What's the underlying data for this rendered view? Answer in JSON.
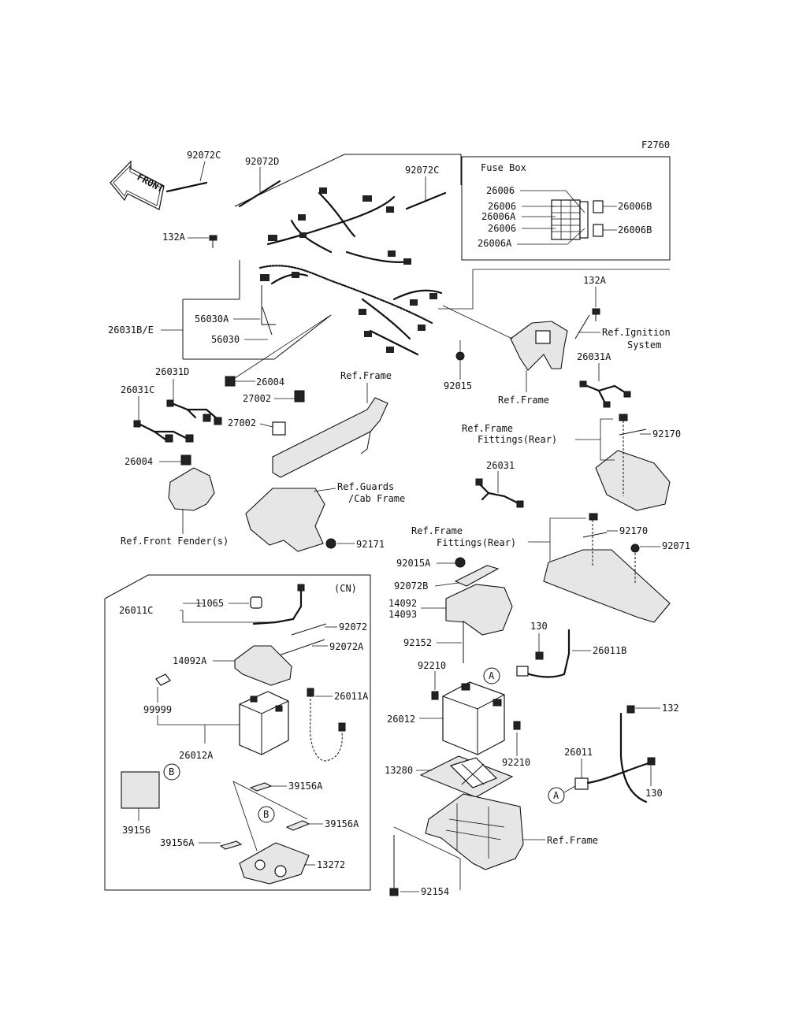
{
  "diagram_code": "F2760",
  "front_label": "FRONT",
  "fuse_box": {
    "title": "Fuse Box",
    "labels": [
      "26006",
      "26006",
      "26006A",
      "26006",
      "26006A",
      "26006B",
      "26006B"
    ]
  },
  "cn_box": {
    "title": "(CN)"
  },
  "circle_markers": {
    "a": "A",
    "b": "B"
  },
  "labels": {
    "l_92072C_a": "92072C",
    "l_92072D": "92072D",
    "l_92072C_b": "92072C",
    "l_132A_a": "132A",
    "l_132A_b": "132A",
    "l_56030A": "56030A",
    "l_56030": "56030",
    "l_26031BE": "26031B/E",
    "l_26004_a": "26004",
    "l_92015": "92015",
    "l_ref_frame_a": "Ref.Frame",
    "l_ref_ign_1": "Ref.Ignition",
    "l_ref_ign_2": "System",
    "l_26031A": "26031A",
    "l_26031D": "26031D",
    "l_26031C": "26031C",
    "l_ref_frame_b": "Ref.Frame",
    "l_27002_a": "27002",
    "l_27002_b": "27002",
    "l_ref_fit_1a": "Ref.Frame",
    "l_ref_fit_1b": "Fittings(Rear)",
    "l_92170_a": "92170",
    "l_26004_b": "26004",
    "l_ref_guards_1": "Ref.Guards",
    "l_ref_guards_2": "/Cab Frame",
    "l_26031": "26031",
    "l_ref_fender": "Ref.Front Fender(s)",
    "l_92171": "92171",
    "l_ref_fit_2a": "Ref.Frame",
    "l_ref_fit_2b": "Fittings(Rear)",
    "l_92170_b": "92170",
    "l_92071": "92071",
    "l_92015A": "92015A",
    "l_92072B": "92072B",
    "l_14092": "14092",
    "l_14093": "14093",
    "l_92152": "92152",
    "l_130_a": "130",
    "l_26011B": "26011B",
    "l_92210_a": "92210",
    "l_26012": "26012",
    "l_92210_b": "92210",
    "l_13280": "13280",
    "l_132": "132",
    "l_26011": "26011",
    "l_130_b": "130",
    "l_ref_frame_c": "Ref.Frame",
    "l_92154": "92154",
    "l_26011C": "26011C",
    "l_11065": "11065",
    "l_92072": "92072",
    "l_92072A": "92072A",
    "l_14092A": "14092A",
    "l_99999": "99999",
    "l_26011A": "26011A",
    "l_26012A": "26012A",
    "l_39156A_a": "39156A",
    "l_39156A_b": "39156A",
    "l_39156": "39156",
    "l_39156A_c": "39156A",
    "l_13272": "13272"
  }
}
